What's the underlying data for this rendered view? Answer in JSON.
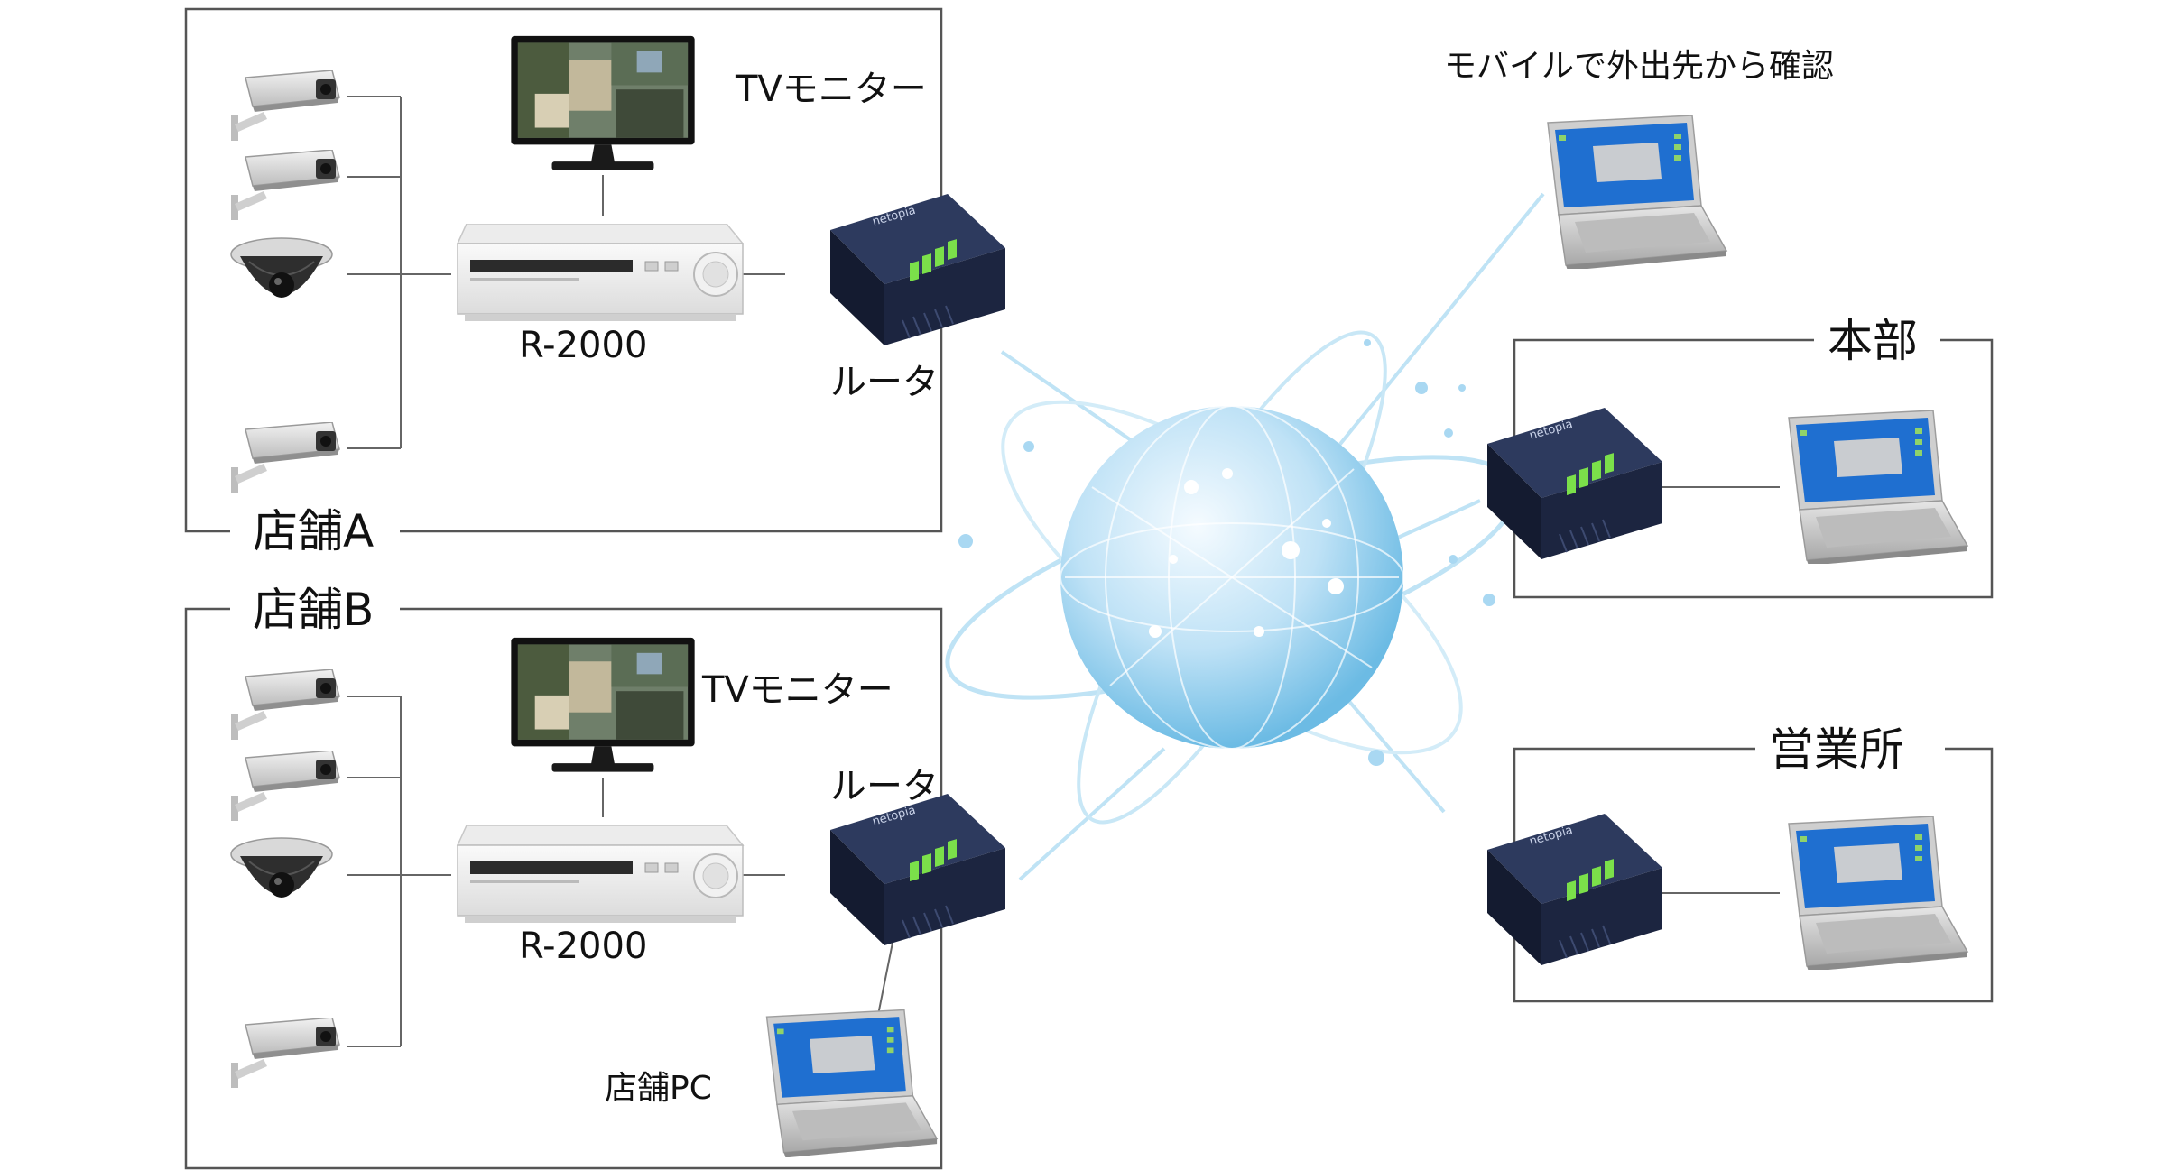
{
  "store_a": {
    "title": "店舗A",
    "monitor_label": "TVモニター",
    "recorder_label": "R-2000",
    "router_label": "ルータ"
  },
  "store_b": {
    "title": "店舗B",
    "monitor_label": "TVモニター",
    "recorder_label": "R-2000",
    "router_label": "ルータ",
    "pc_label": "店舗PC"
  },
  "headquarters": {
    "title": "本部"
  },
  "sales_office": {
    "title": "営業所"
  },
  "mobile": {
    "label": "モバイルで外出先から確認"
  },
  "router_brand": "netopia",
  "colors": {
    "router_body": "#1c2540",
    "router_top": "#2d3a5e",
    "router_led": "#7be04a",
    "screen_blue": "#1f6fd0",
    "screen_panel": "#c9ccd0",
    "globe_light": "#eaf6fd",
    "globe_mid": "#a9d8f2",
    "globe_dark": "#5fb3df",
    "line": "#666666",
    "frame": "#555555",
    "beam": "#bfe3f5"
  }
}
